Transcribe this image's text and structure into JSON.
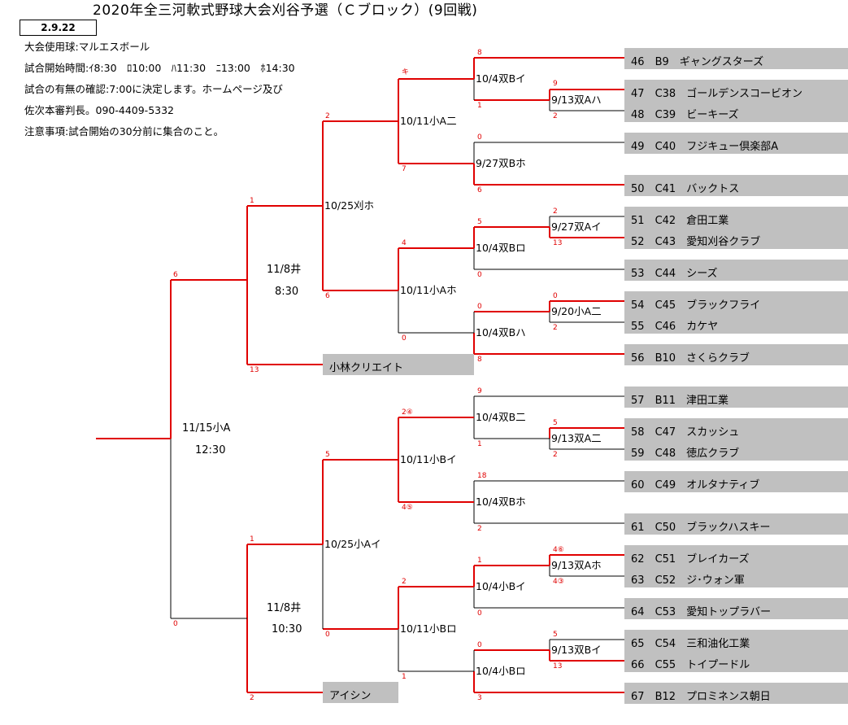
{
  "header": {
    "title": "2020年全三河軟式野球大会刈谷予選（Ｃブロック）(9回戦)",
    "date_box": "2.9.22",
    "info_lines": [
      "大会使用球:マルエスボール",
      "試合開始時間:ｲ8:30　ﾛ10:00　ﾊ11:30　ﾆ13:00　ﾎ14:30",
      "試合の有無の確認:7:00に決定します。ホームページ及び",
      "佐次本審判長。090-4409-5332",
      "注意事項:試合開始の30分前に集合のこと。"
    ]
  },
  "teams": [
    {
      "no": "46",
      "code": "B9",
      "name": "ギャングスターズ"
    },
    {
      "no": "47",
      "code": "C38",
      "name": "ゴールデンスコービオン"
    },
    {
      "no": "48",
      "code": "C39",
      "name": "ビーキーズ"
    },
    {
      "no": "49",
      "code": "C40",
      "name": "フジキュー倶楽部A"
    },
    {
      "no": "50",
      "code": "C41",
      "name": "バックトス"
    },
    {
      "no": "51",
      "code": "C42",
      "name": "倉田工業"
    },
    {
      "no": "52",
      "code": "C43",
      "name": "愛知刈谷クラブ"
    },
    {
      "no": "53",
      "code": "C44",
      "name": "シーズ"
    },
    {
      "no": "54",
      "code": "C45",
      "name": "ブラックフライ"
    },
    {
      "no": "55",
      "code": "C46",
      "name": "カケヤ"
    },
    {
      "no": "56",
      "code": "B10",
      "name": "さくらクラブ"
    },
    {
      "no": "57",
      "code": "B11",
      "name": "津田工業"
    },
    {
      "no": "58",
      "code": "C47",
      "name": "スカッシュ"
    },
    {
      "no": "59",
      "code": "C48",
      "name": "徳広クラブ"
    },
    {
      "no": "60",
      "code": "C49",
      "name": "オルタナティブ"
    },
    {
      "no": "61",
      "code": "C50",
      "name": "ブラックハスキー"
    },
    {
      "no": "62",
      "code": "C51",
      "name": "ブレイカーズ"
    },
    {
      "no": "63",
      "code": "C52",
      "name": "ジ･ウォン軍"
    },
    {
      "no": "64",
      "code": "C53",
      "name": "愛知トップラバー"
    },
    {
      "no": "65",
      "code": "C54",
      "name": "三和油化工業"
    },
    {
      "no": "66",
      "code": "C55",
      "name": "トイプードル"
    },
    {
      "no": "67",
      "code": "B12",
      "name": "プロミネンス朝日"
    }
  ],
  "seeds": {
    "upper": "小林クリエイト",
    "lower": "アイシン"
  },
  "games": {
    "r1": [
      "9/13双Aハ",
      "9/27双Aイ",
      "9/20小A二",
      "9/13双A二",
      "9/13双Aホ",
      "9/13双Bイ"
    ],
    "r2": [
      "10/4双Bイ",
      "9/27双Bホ",
      "10/4双Bロ",
      "10/4双Bハ",
      "10/4双B二",
      "10/4双Bホ",
      "10/4小Bイ",
      "10/4小Bロ"
    ],
    "r3": [
      "10/11小A二",
      "10/11小Aホ",
      "10/11小Bイ",
      "10/11小Bロ"
    ],
    "r4": [
      "10/25刈ホ",
      "10/25小Aイ"
    ],
    "semi": [
      {
        "date": "11/8井",
        "time": "8:30"
      },
      {
        "date": "11/8井",
        "time": "10:30"
      }
    ],
    "final": {
      "date": "11/15小A",
      "time": "12:30"
    }
  },
  "scores": [
    "8",
    "1",
    "9",
    "2",
    "0",
    "6",
    "2",
    "13",
    "5",
    "0",
    "0",
    "2",
    "0",
    "8",
    "9",
    "1",
    "5",
    "2",
    "18",
    "2",
    "4⑥",
    "4③",
    "1",
    "0",
    "5",
    "13",
    "0",
    "3",
    "キ",
    "7",
    "4",
    "0",
    "2④",
    "4⑤",
    "2",
    "1",
    "2",
    "6",
    "5",
    "0",
    "1",
    "13",
    "1",
    "2",
    "6",
    "0"
  ],
  "colors": {
    "winner_line": "#e00000",
    "loser_line": "#000000",
    "team_bg": "#c0c0c0",
    "score_text": "#e00000"
  }
}
